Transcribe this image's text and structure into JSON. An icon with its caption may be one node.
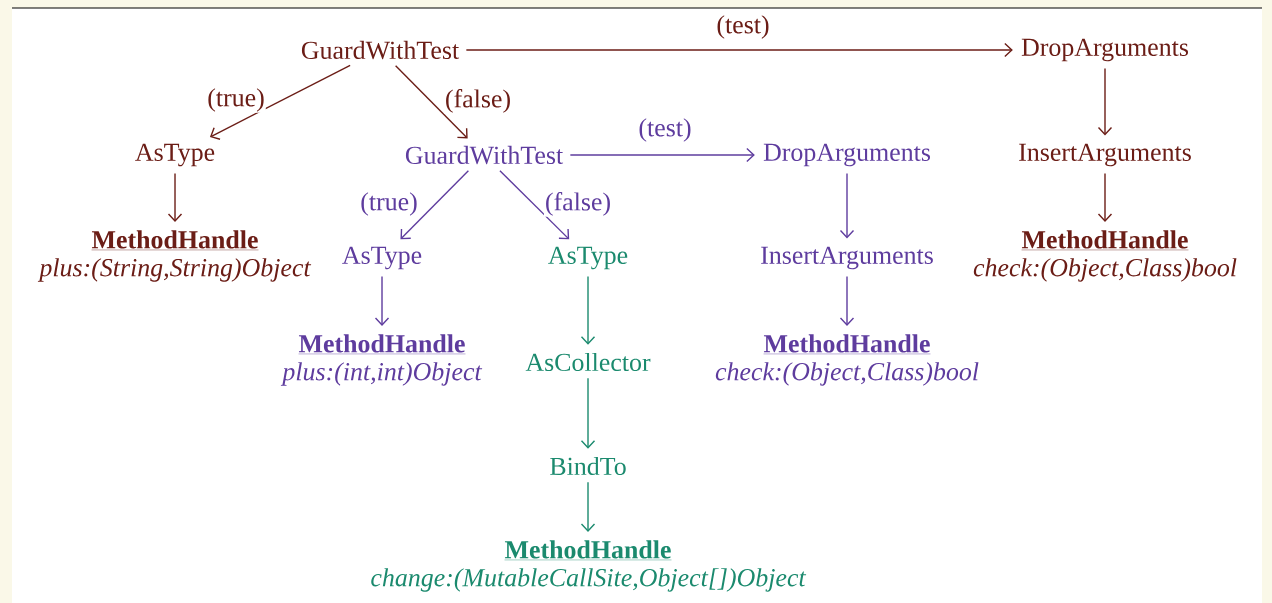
{
  "diagram": {
    "nodes": [
      {
        "text": [
          "GuardWithTest"
        ]
      },
      {
        "text": [
          "DropArguments"
        ]
      },
      {
        "text": [
          "AsType"
        ]
      },
      {
        "text": [
          "GuardWithTest"
        ]
      },
      {
        "text": [
          "DropArguments"
        ]
      },
      {
        "text": [
          "InsertArguments"
        ]
      },
      {
        "text": [
          "MethodHandle",
          "plus:(String,String)Object"
        ]
      },
      {
        "text": [
          "AsType"
        ]
      },
      {
        "text": [
          "AsType"
        ]
      },
      {
        "text": [
          "InsertArguments"
        ]
      },
      {
        "text": [
          "MethodHandle",
          "check:(Object,Class)bool"
        ]
      },
      {
        "text": [
          "MethodHandle",
          "plus:(int,int)Object"
        ]
      },
      {
        "text": [
          "AsCollector"
        ]
      },
      {
        "text": [
          "MethodHandle",
          "check:(Object,Class)bool"
        ]
      },
      {
        "text": [
          "BindTo"
        ]
      },
      {
        "text": [
          "MethodHandle",
          "change:(MutableCallSite,Object[])Object"
        ]
      }
    ],
    "edges": [
      {
        "from": 0,
        "to": 2,
        "arrow": "to",
        "label": "(true)",
        "color": "#6b1d16"
      },
      {
        "from": 0,
        "to": 3,
        "arrow": "to",
        "label": "(false)",
        "color": "#6b1d16"
      },
      {
        "from": 0,
        "to": 1,
        "arrow": "to",
        "label": "(test)",
        "color": "#6b1d16"
      },
      {
        "from": 1,
        "to": 5,
        "arrow": "to",
        "color": "#6b1d16"
      },
      {
        "from": 5,
        "to": 10,
        "arrow": "to",
        "color": "#6b1d16"
      },
      {
        "from": 2,
        "to": 6,
        "arrow": "to",
        "color": "#6b1d16"
      },
      {
        "from": 3,
        "to": 7,
        "arrow": "to",
        "label": "(true)",
        "color": "#5e3c9e"
      },
      {
        "from": 3,
        "to": 8,
        "arrow": "to",
        "label": "(false)",
        "color": "#5e3c9e"
      },
      {
        "from": 3,
        "to": 4,
        "arrow": "to",
        "label": "(test)",
        "color": "#5e3c9e"
      },
      {
        "from": 4,
        "to": 9,
        "arrow": "to",
        "color": "#5e3c9e"
      },
      {
        "from": 9,
        "to": 13,
        "arrow": "to",
        "color": "#5e3c9e"
      },
      {
        "from": 7,
        "to": 11,
        "arrow": "to",
        "color": "#5e3c9e"
      },
      {
        "from": 8,
        "to": 12,
        "arrow": "to",
        "color": "#1b8a6e"
      },
      {
        "from": 12,
        "to": 14,
        "arrow": "to",
        "color": "#1b8a6e"
      },
      {
        "from": 14,
        "to": 15,
        "arrow": "to",
        "color": "#1b8a6e"
      }
    ]
  }
}
